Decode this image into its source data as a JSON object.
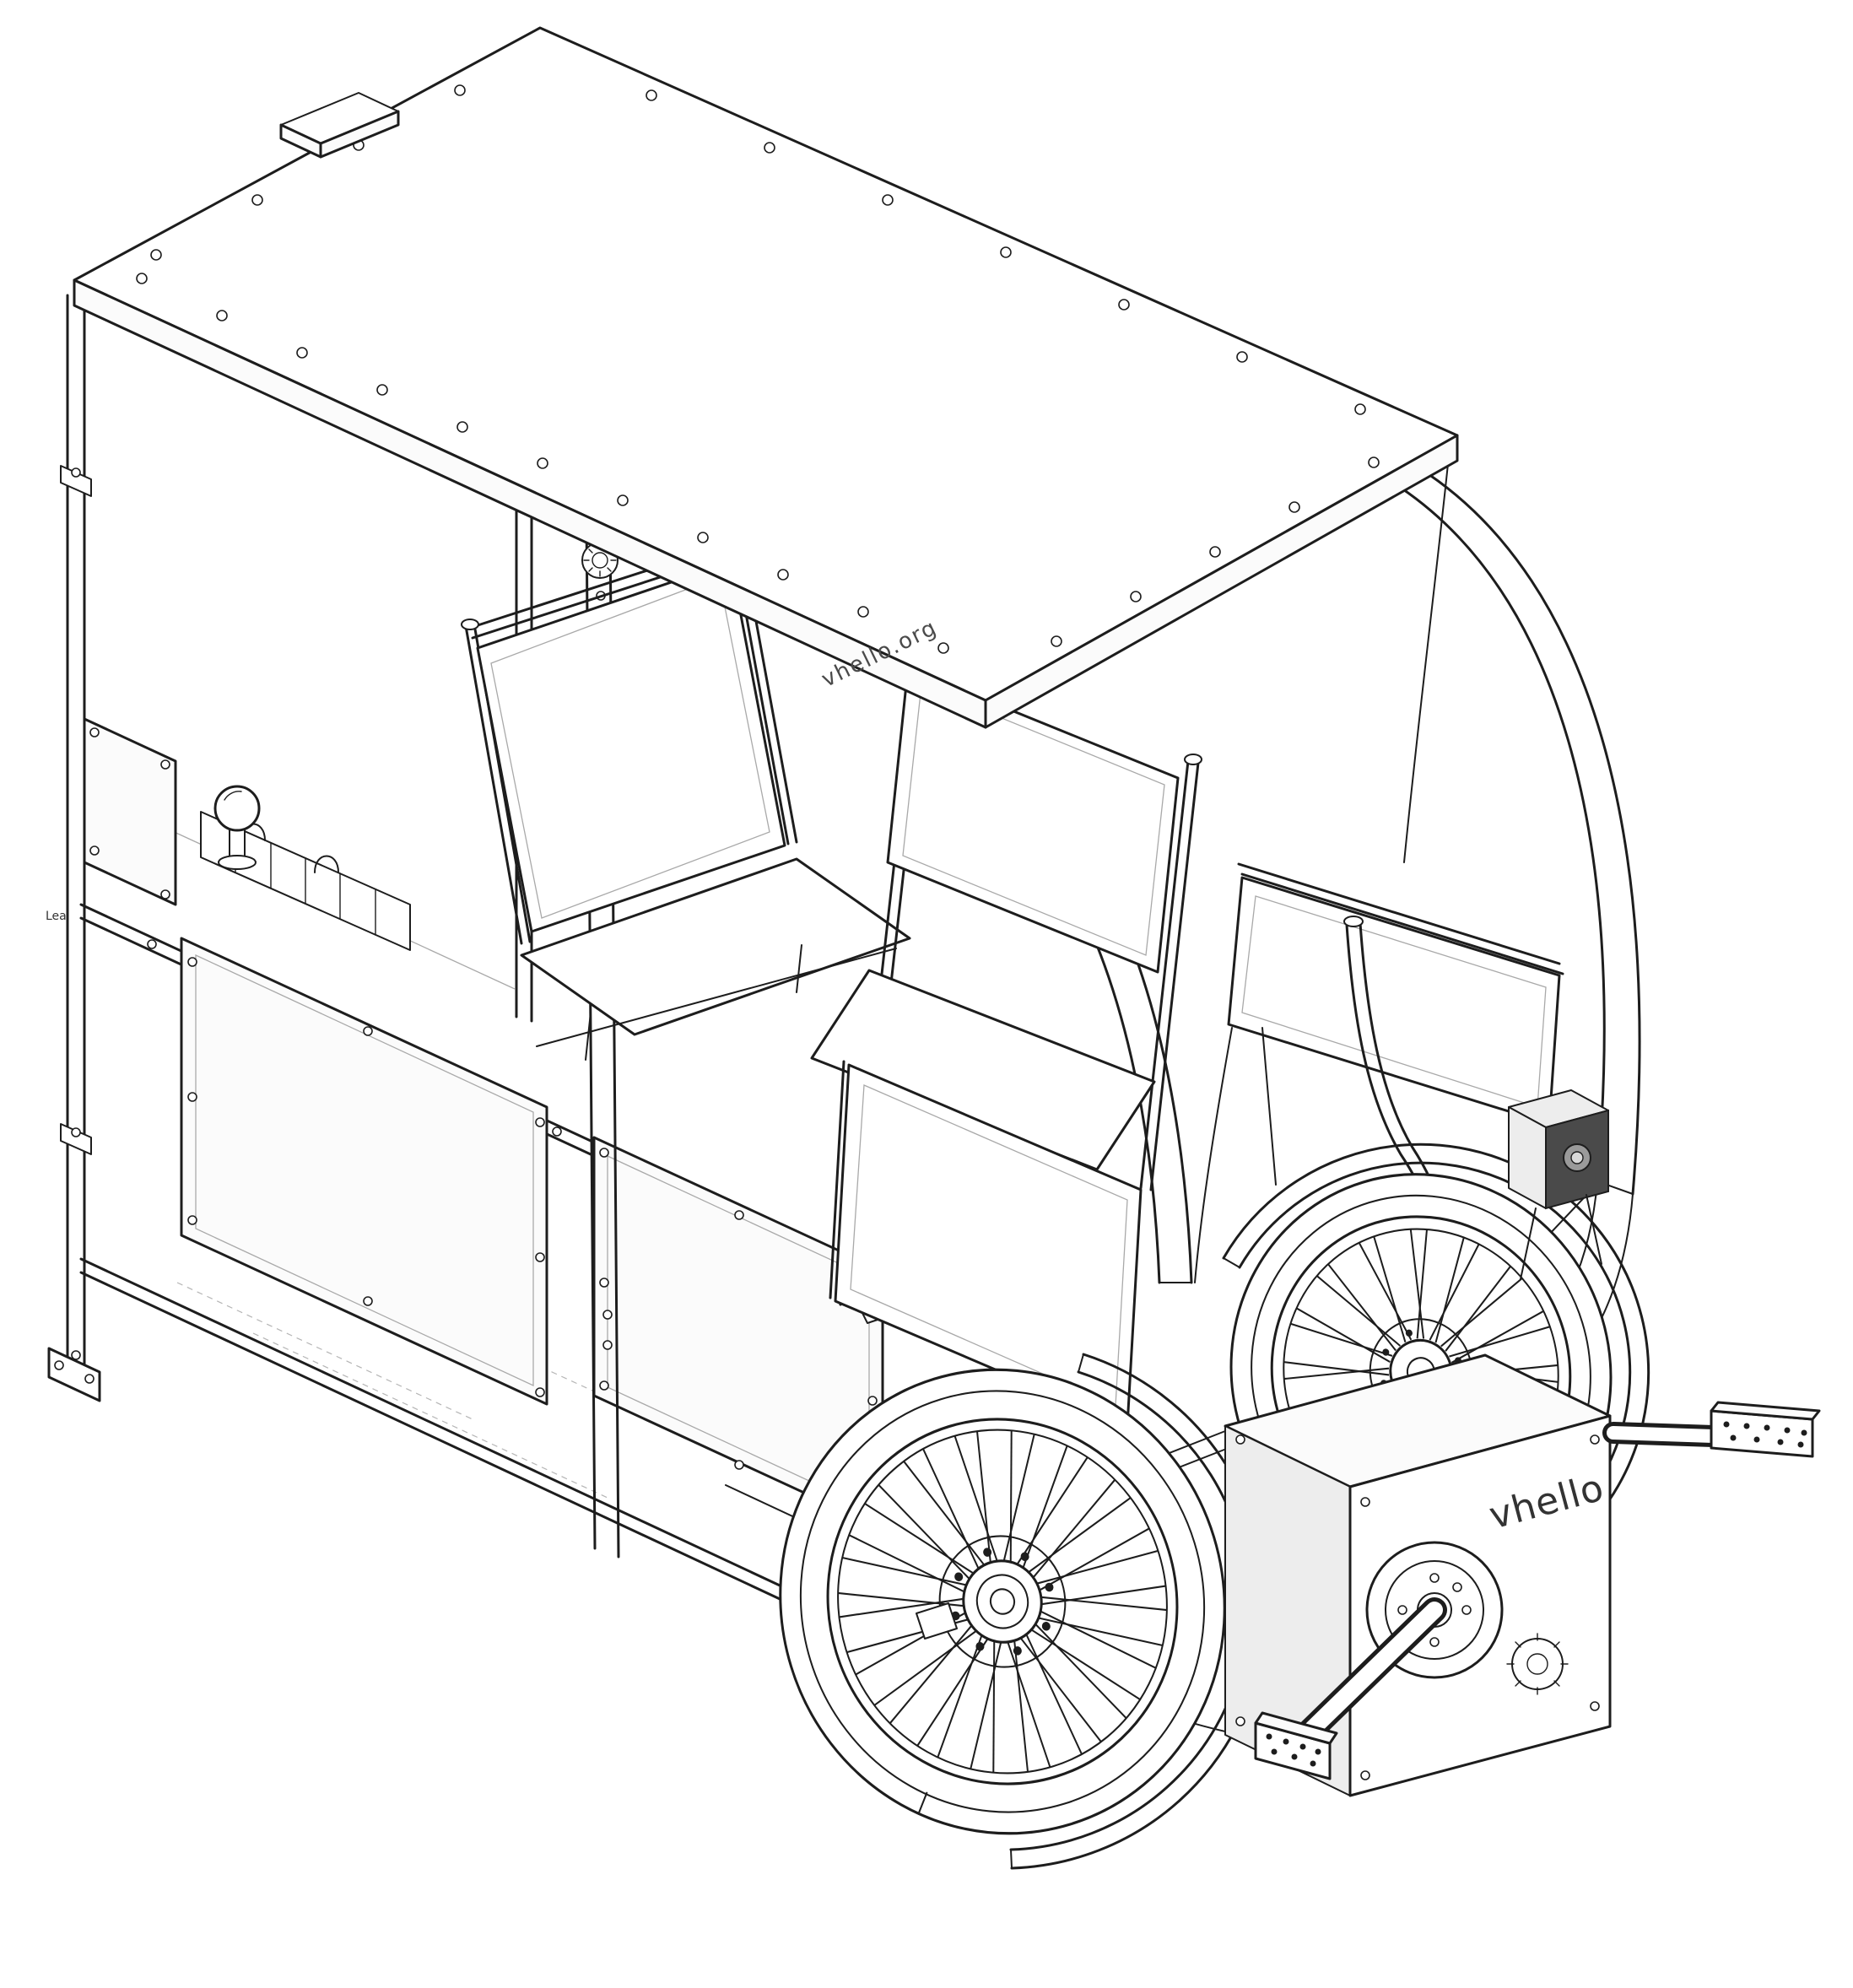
{
  "drawing": {
    "background": "#ffffff",
    "line_color": "#1d1d1d",
    "style": "isometric technical line illustration of a vhello pedal vehicle"
  },
  "labels": {
    "roof_brand": "vhello.org",
    "drive_unit_brand": "vhello",
    "frame_marking": "Lea"
  },
  "icons": {
    "pillar_emblem": "gear-logo",
    "drive_emblem": "gear-logo"
  }
}
